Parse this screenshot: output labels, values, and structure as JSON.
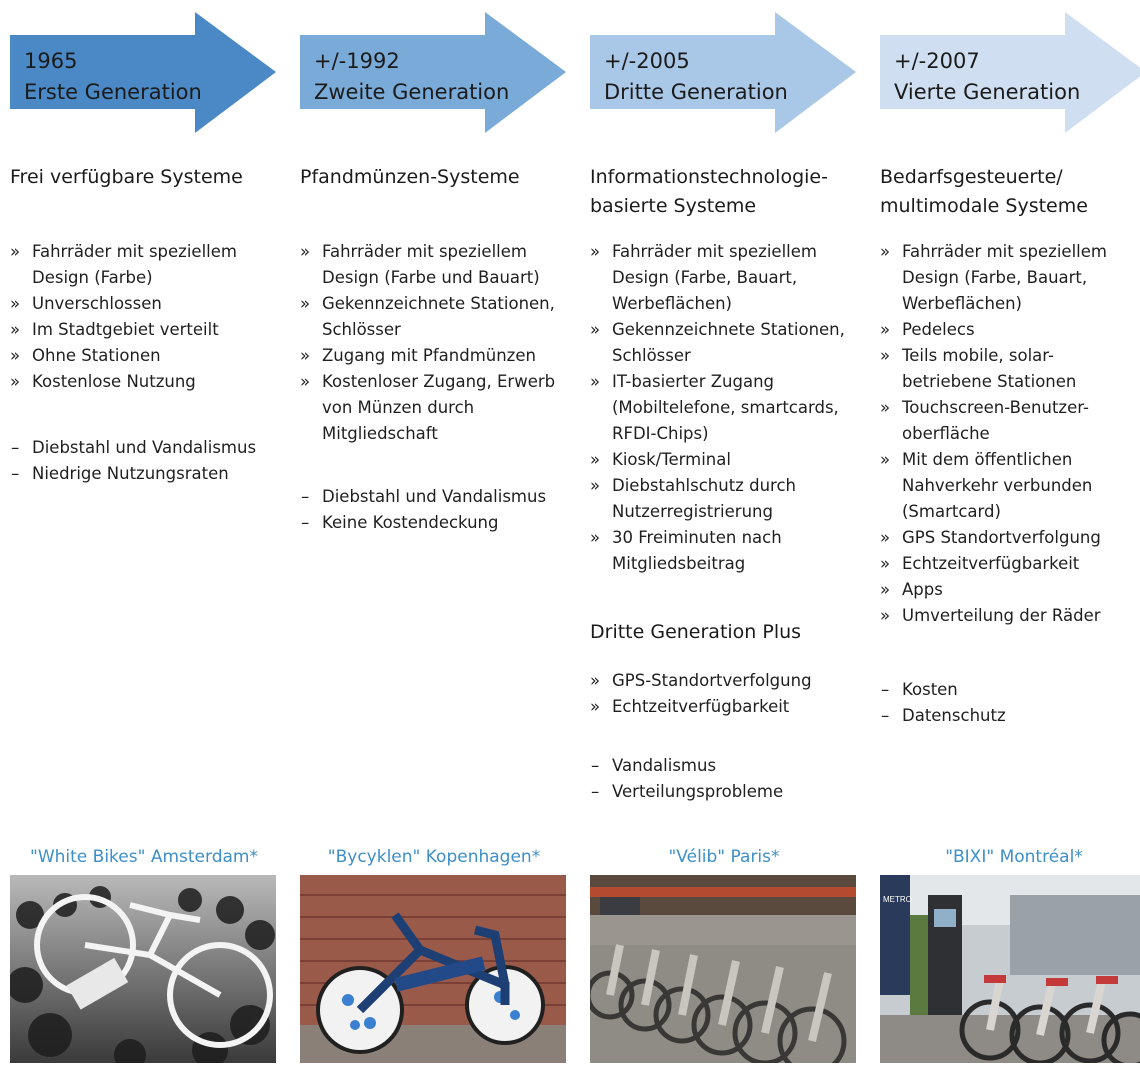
{
  "colors": {
    "arrows": [
      "#4a89c6",
      "#7aaad8",
      "#a9c7e7",
      "#cfdff1"
    ],
    "caption": "#3d8fc8"
  },
  "bullet_marker": "»",
  "con_marker": "–",
  "columns": [
    {
      "year": "1965",
      "generation": "Erste Generation",
      "heading": [
        "Frei verfügbare Systeme"
      ],
      "features": [
        [
          "Fahrräder mit speziellem",
          "Design (Farbe)"
        ],
        [
          "Unverschlossen"
        ],
        [
          "Im Stadtgebiet verteilt"
        ],
        [
          "Ohne Stationen"
        ],
        [
          "Kostenlose Nutzung"
        ]
      ],
      "cons": [
        "Diebstahl und Vandalismus",
        "Niedrige Nutzungsraten"
      ],
      "caption": "\"White Bikes\" Amsterdam*",
      "photo": "white-bike-crowd-photo"
    },
    {
      "year": "+/-1992",
      "generation": "Zweite Generation",
      "heading": [
        "Pfandmünzen-Systeme"
      ],
      "features": [
        [
          "Fahrräder mit speziellem",
          "Design (Farbe und Bauart)"
        ],
        [
          "Gekennzeichnete Stationen,",
          "Schlösser"
        ],
        [
          "Zugang mit Pfandmünzen"
        ],
        [
          "Kostenloser Zugang, Erwerb",
          "von Münzen durch",
          "Mitgliedschaft"
        ]
      ],
      "cons": [
        "Diebstahl und Vandalismus",
        "Keine Kostendeckung"
      ],
      "caption": "\"Bycyklen\" Kopenhagen*",
      "photo": "blue-city-bike-photo"
    },
    {
      "year": "+/-2005",
      "generation": "Dritte Generation",
      "heading": [
        "Informationstechnologie-",
        "basierte Systeme"
      ],
      "features": [
        [
          "Fahrräder mit speziellem",
          "Design (Farbe, Bauart,",
          "Werbeflächen)"
        ],
        [
          "Gekennzeichnete Stationen,",
          "Schlösser"
        ],
        [
          "IT-basierter Zugang",
          "(Mobiltelefone, smartcards,",
          "RFDI-Chips)"
        ],
        [
          "Kiosk/Terminal"
        ],
        [
          "Diebstahlschutz durch",
          "Nutzerregistrierung"
        ],
        [
          "30 Freiminuten nach",
          "Mitgliedsbeitrag"
        ]
      ],
      "plus_heading": "Dritte Generation Plus",
      "plus_features": [
        [
          "GPS-Standortverfolgung"
        ],
        [
          "Echtzeitverfügbarkeit"
        ]
      ],
      "cons": [
        "Vandalismus",
        "Verteilungsprobleme"
      ],
      "caption": "\"Vélib\" Paris*",
      "photo": "velib-station-photo"
    },
    {
      "year": "+/-2007",
      "generation": "Vierte Generation",
      "heading": [
        "Bedarfsgesteuerte/",
        "multimodale Systeme"
      ],
      "features": [
        [
          "Fahrräder mit speziellem",
          "Design (Farbe, Bauart,",
          "Werbeflächen)"
        ],
        [
          "Pedelecs"
        ],
        [
          "Teils mobile, solar-",
          "betriebene Stationen"
        ],
        [
          "Touchscreen-Benutzer-",
          "oberfläche"
        ],
        [
          "Mit dem öffentlichen",
          "Nahverkehr verbunden",
          "(Smartcard)"
        ],
        [
          "GPS Standortverfolgung"
        ],
        [
          "Echtzeitverfügbarkeit"
        ],
        [
          "Apps"
        ],
        [
          "Umverteilung der Räder"
        ]
      ],
      "cons": [
        "Kosten",
        "Datenschutz"
      ],
      "caption": "\"BIXI\" Montréal*",
      "photo": "bixi-station-photo",
      "photo_sign": "METRO"
    }
  ]
}
